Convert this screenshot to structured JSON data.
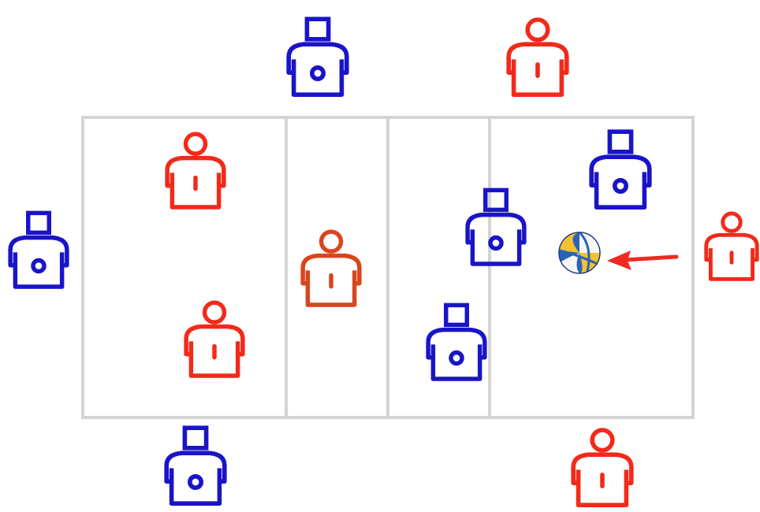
{
  "colors": {
    "background": "#ffffff",
    "court_lines": "#d4d4d4",
    "team_square": "#1a14c8",
    "team_circle": "#f22a1a",
    "team_circle_alt": "#d9461e",
    "arrow": "#ee2a22",
    "ball_yellow": "#f2c230",
    "ball_blue": "#2a62b8",
    "ball_white": "#f7f7f7"
  },
  "court": {
    "zones": [
      "back-left",
      "front-left",
      "front-right",
      "back-right"
    ]
  },
  "players": [
    {
      "team": "square",
      "icon": "square-head-player-icon",
      "zone": "outside-top-left"
    },
    {
      "team": "circle",
      "icon": "round-head-player-icon",
      "zone": "outside-top-right"
    },
    {
      "team": "circle",
      "icon": "round-head-player-icon",
      "zone": "back-left"
    },
    {
      "team": "circle",
      "icon": "round-head-player-icon",
      "zone": "back-left"
    },
    {
      "team": "circle",
      "icon": "round-head-player-icon",
      "zone": "front-left"
    },
    {
      "team": "square",
      "icon": "square-head-player-icon",
      "zone": "front-right"
    },
    {
      "team": "square",
      "icon": "square-head-player-icon",
      "zone": "front-right"
    },
    {
      "team": "square",
      "icon": "square-head-player-icon",
      "zone": "back-right"
    },
    {
      "team": "square",
      "icon": "square-head-player-icon",
      "zone": "outside-left"
    },
    {
      "team": "circle",
      "icon": "round-head-player-icon",
      "zone": "outside-right"
    },
    {
      "team": "square",
      "icon": "square-head-player-icon",
      "zone": "outside-bottom-left"
    },
    {
      "team": "circle",
      "icon": "round-head-player-icon",
      "zone": "outside-bottom-right"
    }
  ],
  "ball": {
    "icon": "volleyball-icon"
  },
  "arrow": {
    "icon": "arrow-left-icon"
  }
}
